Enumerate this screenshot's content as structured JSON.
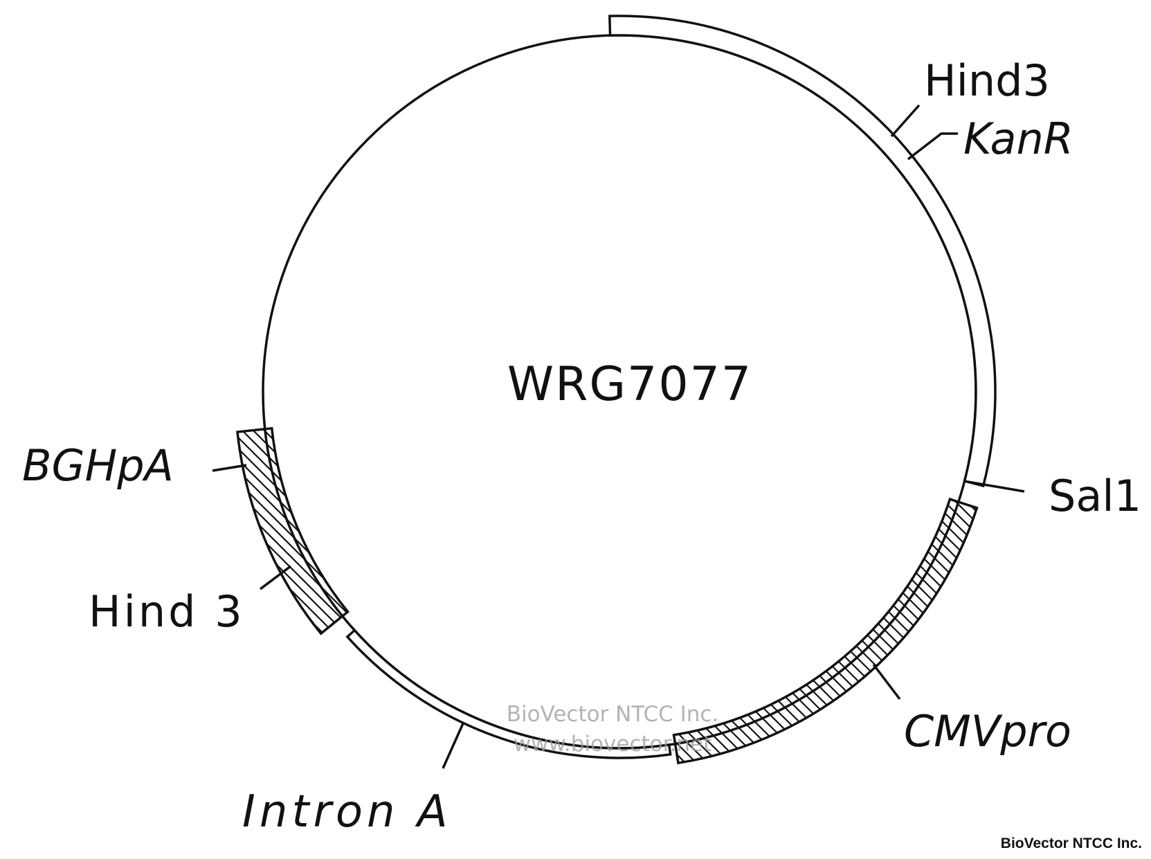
{
  "plasmid": {
    "name": "WRG7077",
    "features": {
      "kanr": {
        "label": "KanR",
        "pattern": "open"
      },
      "cmvpro": {
        "label": "CMVpro",
        "pattern": "hatched"
      },
      "intron_a": {
        "label": "Intron A",
        "pattern": "open"
      },
      "bghpa": {
        "label": "BGHpA",
        "pattern": "hatched"
      }
    },
    "sites": {
      "hind3_top": {
        "label": "Hind3"
      },
      "sal1": {
        "label": "Sal1"
      },
      "hind3_left": {
        "label": "Hind 3"
      }
    }
  },
  "watermark": {
    "line1": "BioVector NTCC Inc.",
    "line2": "www.biovector.net"
  },
  "credit": "BioVector NTCC Inc.",
  "colors": {
    "ink": "#111111",
    "watermark": "#9a9a9a",
    "background": "#ffffff"
  }
}
